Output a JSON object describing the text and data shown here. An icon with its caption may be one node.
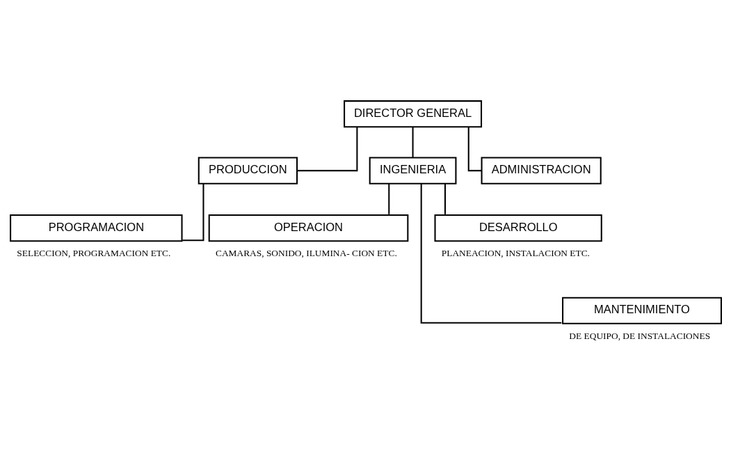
{
  "diagram": {
    "nodes": [
      {
        "text": [
          "DIRECTOR GENERAL"
        ]
      },
      {
        "text": [
          "PRODUCCION"
        ]
      },
      {
        "text": [
          "INGENIERIA"
        ]
      },
      {
        "text": [
          "ADMINISTRACION"
        ]
      },
      {
        "text": [
          "PROGRAMACION"
        ],
        "beside": [
          "SELECCION, PROGRAMACION ETC."
        ]
      },
      {
        "text": [
          "OPERACION"
        ],
        "beside": [
          "CAMARAS, SONIDO, ILUMINA- CION ETC."
        ]
      },
      {
        "text": [
          "DESARROLLO"
        ],
        "beside": [
          "PLANEACION, INSTALACION ETC."
        ]
      },
      {
        "text": [
          "MANTENIMIENTO"
        ],
        "beside": [
          "DE EQUIPO, DE INSTALACIONES"
        ]
      }
    ],
    "edges": [
      {
        "from": 0,
        "to": 1,
        "arrow": "none"
      },
      {
        "from": 0,
        "to": 2,
        "arrow": "none"
      },
      {
        "from": 0,
        "to": 3,
        "arrow": "none"
      },
      {
        "from": 1,
        "to": 4,
        "arrow": "none"
      },
      {
        "from": 2,
        "to": 5,
        "arrow": "none"
      },
      {
        "from": 2,
        "to": 7,
        "arrow": "none"
      },
      {
        "from": 2,
        "to": 6,
        "arrow": "none"
      }
    ]
  }
}
